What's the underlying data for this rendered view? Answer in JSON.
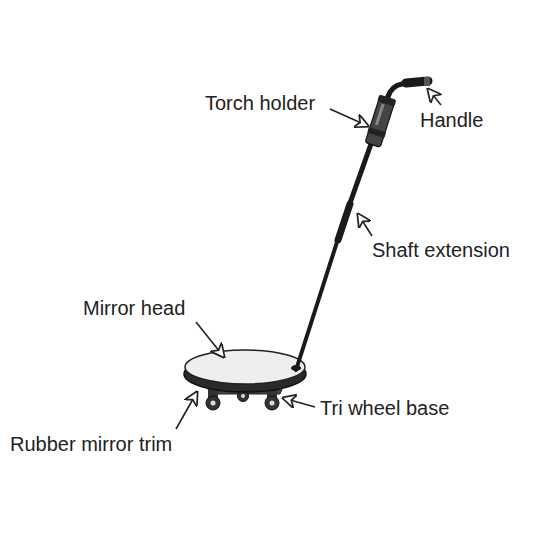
{
  "diagram": {
    "labels": [
      "Torch holder",
      "Handle",
      "Shaft extension",
      "Mirror head",
      "Tri wheel base",
      "Rubber mirror trim"
    ]
  }
}
